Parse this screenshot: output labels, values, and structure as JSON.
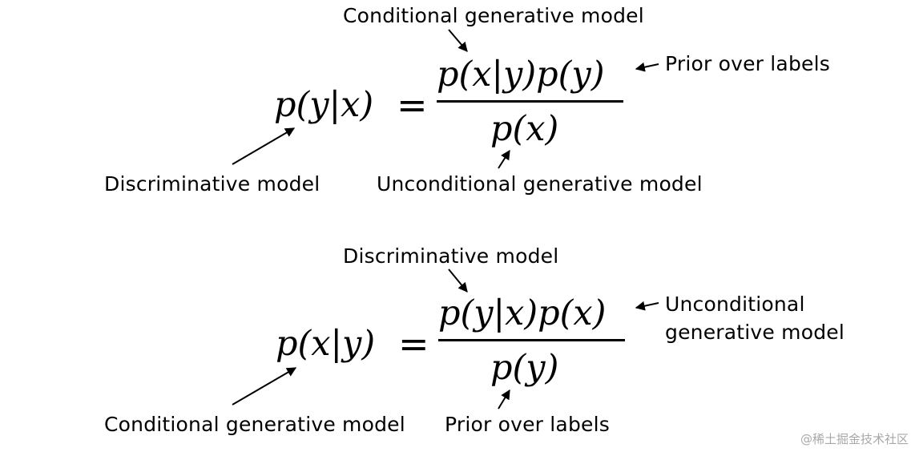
{
  "top": {
    "lhs": "p(y|x)",
    "equals": "=",
    "numerator": "p(x|y)p(y)",
    "denominator": "p(x)",
    "label_numerator_first": "Conditional generative model",
    "label_numerator_second": "Prior over labels",
    "label_lhs": "Discriminative model",
    "label_denominator": "Unconditional generative model"
  },
  "bottom": {
    "lhs": "p(x|y)",
    "equals": "=",
    "numerator": "p(y|x)p(x)",
    "denominator": "p(y)",
    "label_numerator_first": "Discriminative model",
    "label_numerator_second_line1": "Unconditional",
    "label_numerator_second_line2": "generative model",
    "label_lhs": "Conditional generative model",
    "label_denominator": "Prior over labels"
  },
  "watermark": "@稀土掘金技术社区",
  "icons": {
    "arrow": "arrow-icon"
  }
}
